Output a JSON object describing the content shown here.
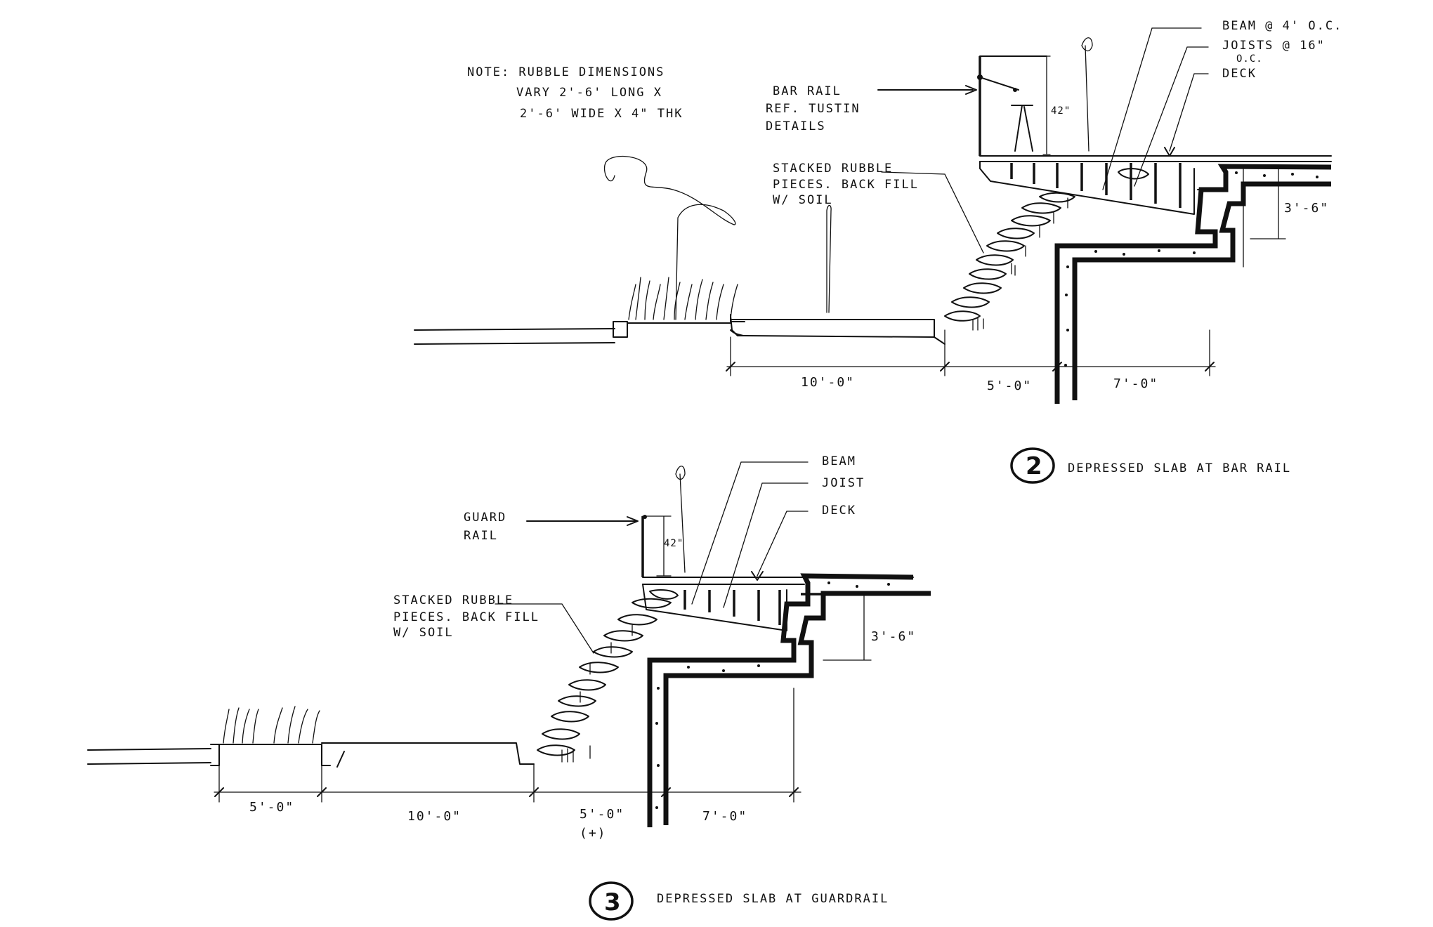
{
  "section2": {
    "number": "2",
    "title": "DEPRESSED SLAB AT BAR RAIL",
    "note": {
      "line1": "NOTE: RUBBLE DIMENSIONS",
      "line2": "VARY 2'-6' LONG X",
      "line3": "2'-6' WIDE X 4\" THK"
    },
    "labels": {
      "beam": "BEAM @ 4' O.C.",
      "joists_line1": "JOISTS @ 16\"",
      "joists_line2": "O.C.",
      "deck": "DECK",
      "bar_rail_line1": "BAR RAIL",
      "bar_rail_line2": "REF. TUSTIN",
      "bar_rail_line3": "DETAILS",
      "rubble_line1": "STACKED RUBBLE",
      "rubble_line2": "PIECES. BACK FILL",
      "rubble_line3": "W/ SOIL",
      "height": "42\""
    },
    "dimensions": {
      "d1": "10'-0\"",
      "d2": "5'-0\"",
      "d3": "7'-0\"",
      "d4": "3'-6\""
    }
  },
  "section3": {
    "number": "3",
    "title": "DEPRESSED SLAB AT GUARDRAIL",
    "labels": {
      "beam": "BEAM",
      "joist": "JOIST",
      "deck": "DECK",
      "guard_line1": "GUARD",
      "guard_line2": "RAIL",
      "rubble_line1": "STACKED RUBBLE",
      "rubble_line2": "PIECES. BACK FILL",
      "rubble_line3": "W/ SOIL",
      "height": "42\""
    },
    "dimensions": {
      "d1": "5'-0\"",
      "d2": "10'-0\"",
      "d3": "5'-0\"",
      "d3_note": "(+)",
      "d4": "7'-0\"",
      "d5": "3'-6\""
    }
  }
}
